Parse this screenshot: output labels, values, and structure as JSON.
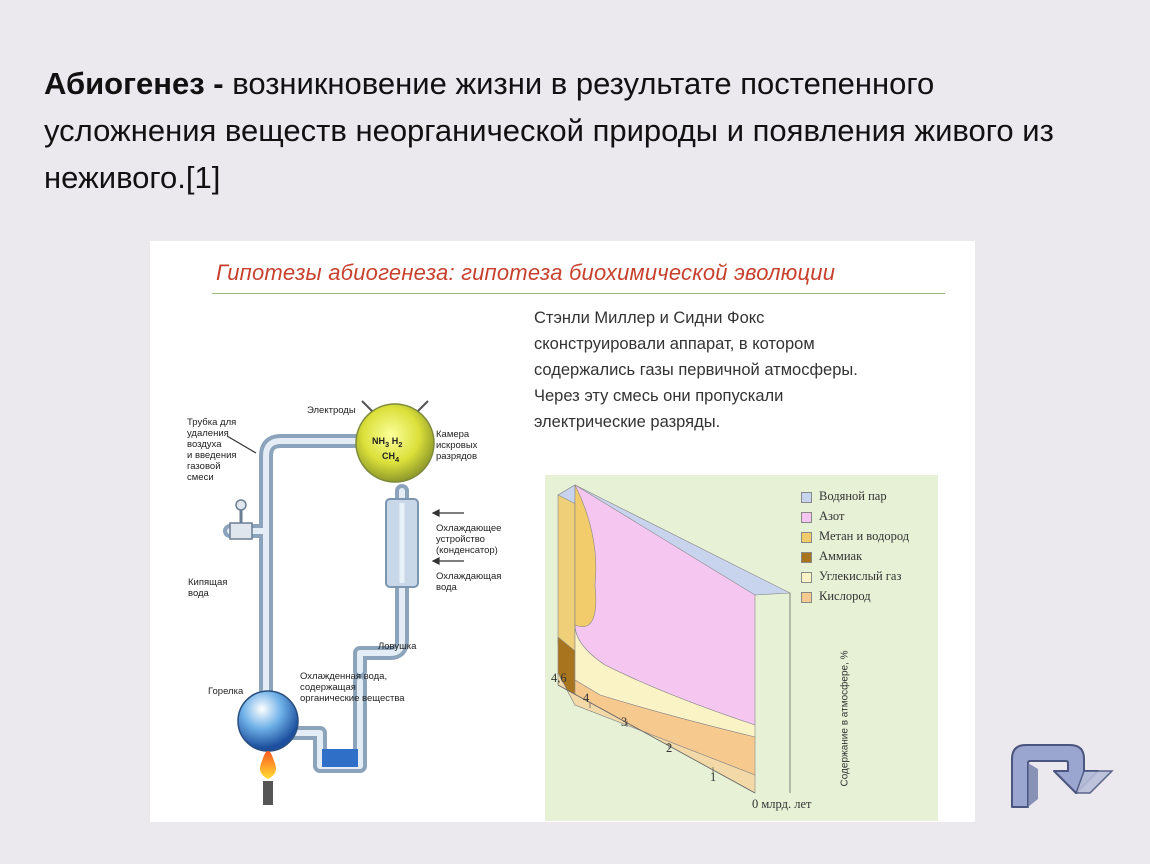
{
  "slide": {
    "term": "Абиогенез -",
    "definition": " возникновение жизни в результате постепенного усложнения веществ неорганической природы и появления живого из неживого.[1]"
  },
  "figure": {
    "heading": "Гипотезы абиогенеза: гипотеза биохимической эволюции",
    "description_lines": [
      "Стэнли Миллер и Сидни Фокс",
      "сконструировали аппарат, в котором",
      "содержались газы первичной атмосферы.",
      "Через эту смесь они пропускали",
      "электрические разряды."
    ]
  },
  "apparatus": {
    "tube_label": [
      "Трубка для",
      "удаления",
      "воздуха",
      "и введения",
      "газовой",
      "смеси"
    ],
    "electrodes": "Электроды",
    "chamber": [
      "Камера",
      "искровых",
      "разрядов"
    ],
    "gas_nh3": "NH",
    "gas_nh3_sub": "3",
    "gas_h2": "H",
    "gas_h2_sub": "2",
    "gas_ch4": "CH",
    "gas_ch4_sub": "4",
    "cooler": [
      "Охлаждающее",
      "устройство",
      "(конденсатор)"
    ],
    "cooling_water": [
      "Охлаждающая",
      "вода"
    ],
    "boiling_water": [
      "Кипящая",
      "вода"
    ],
    "trap": "Ловушка",
    "cooled_water": [
      "Охлажденная вода,",
      "содержащая",
      "органические вещества"
    ],
    "burner": "Горелка"
  },
  "chart_data": {
    "type": "area",
    "ylabel": "Содержание в атмосфере, %",
    "x_ticks": [
      "4,6",
      "4",
      "3",
      "2",
      "1",
      "0 млрд. лет"
    ],
    "legend": [
      {
        "name": "Водяной пар",
        "color": "#c8d4ee"
      },
      {
        "name": "Азот",
        "color": "#f4c6f0"
      },
      {
        "name": "Метан и водород",
        "color": "#f2cc6a"
      },
      {
        "name": "Аммиак",
        "color": "#a8741e"
      },
      {
        "name": "Углекислый газ",
        "color": "#faf3c6"
      },
      {
        "name": "Кислород",
        "color": "#f6c98f"
      }
    ]
  },
  "colors": {
    "heading": "#c8412e",
    "panel_bg": "#e6f1d6",
    "nav_arrow": "#9aa6cf"
  },
  "nav": {
    "icon": "return-arrow-icon"
  }
}
